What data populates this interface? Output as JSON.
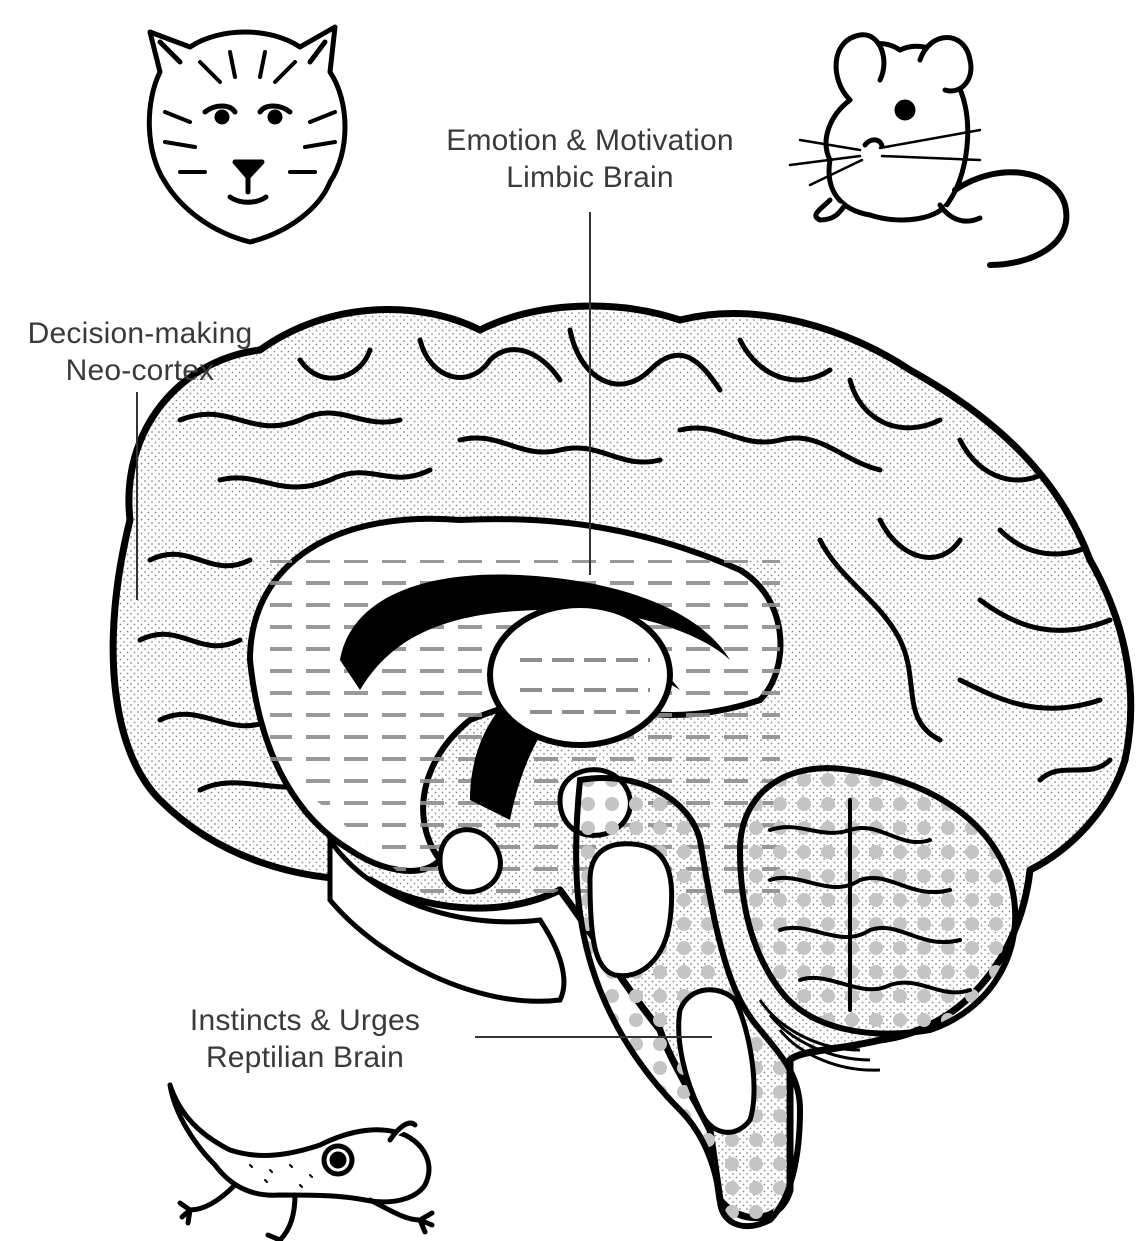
{
  "labels": {
    "limbic": {
      "line1": "Emotion & Motivation",
      "line2": "Limbic Brain"
    },
    "neocortex": {
      "line1": "Decision-making",
      "line2": "Neo-cortex"
    },
    "reptilian": {
      "line1": "Instincts & Urges",
      "line2": "Reptilian Brain"
    }
  },
  "illustrations": {
    "tiger": "tiger-head-drawing",
    "mouse": "mouse-drawing",
    "gecko": "gecko-drawing",
    "brain": "brain-sagittal-section"
  },
  "colors": {
    "ink": "#000000",
    "text": "#3a3a3a",
    "stipple": "#9a9a9a",
    "dots": "#bdbdbd",
    "dashes": "#8c8c8c"
  }
}
